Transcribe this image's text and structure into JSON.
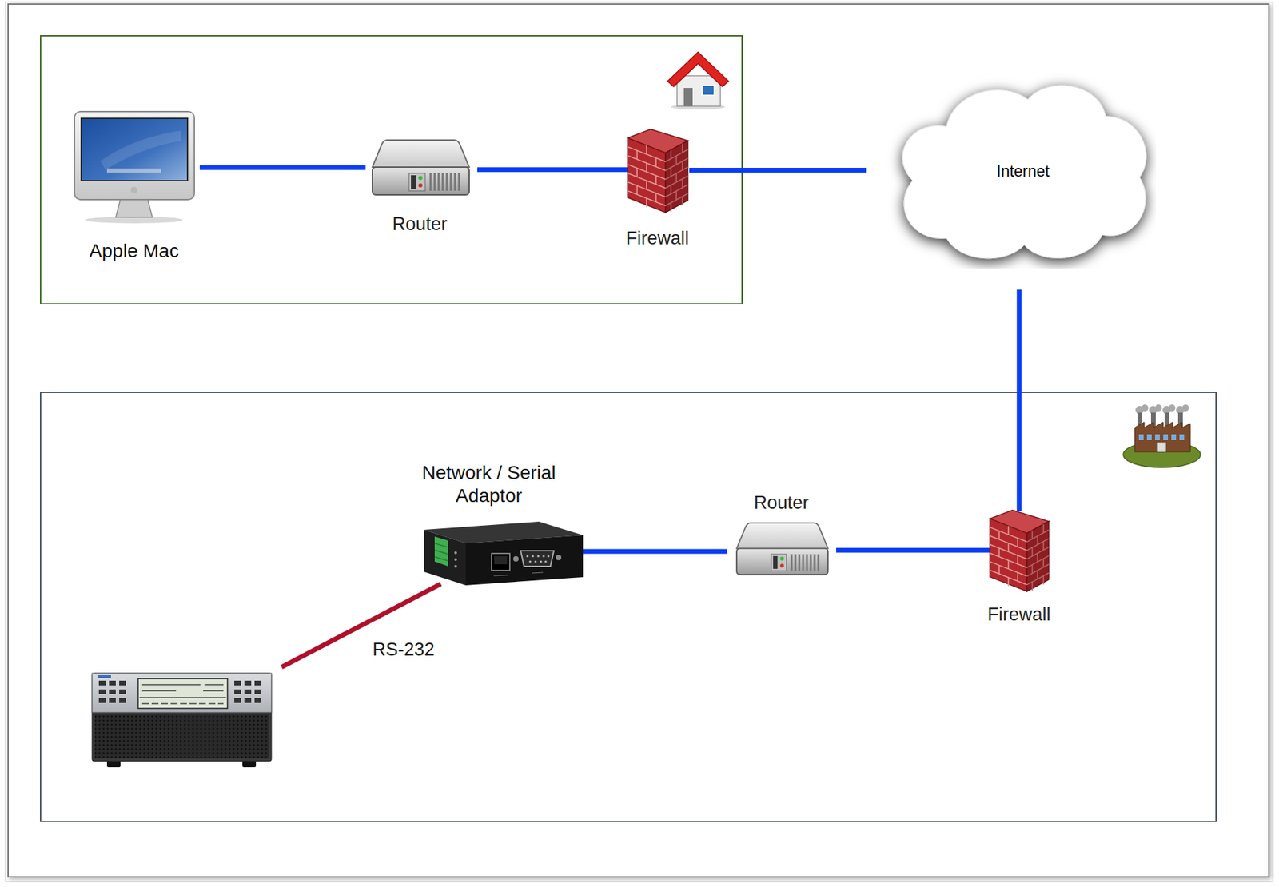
{
  "diagram": {
    "nodes": [
      {
        "text": [
          "Apple Mac"
        ]
      },
      {
        "text": [
          "Router"
        ]
      },
      {
        "text": [
          "Firewall"
        ]
      },
      {
        "text": [
          "Internet"
        ]
      },
      {
        "text": [
          "Network / Serial Adaptor"
        ]
      },
      {
        "text": [
          "Router"
        ]
      },
      {
        "text": [
          "Firewall"
        ]
      }
    ],
    "edges": [
      {
        "from": 0,
        "to": 1,
        "arrow": "none"
      },
      {
        "from": 1,
        "to": 2,
        "arrow": "none"
      },
      {
        "from": 2,
        "to": 3,
        "arrow": "none"
      },
      {
        "from": 3,
        "to": 6,
        "arrow": "none"
      },
      {
        "from": 4,
        "to": 5,
        "arrow": "none"
      },
      {
        "from": 5,
        "to": 6,
        "arrow": "none"
      }
    ],
    "labels": [
      "RS-232"
    ]
  }
}
